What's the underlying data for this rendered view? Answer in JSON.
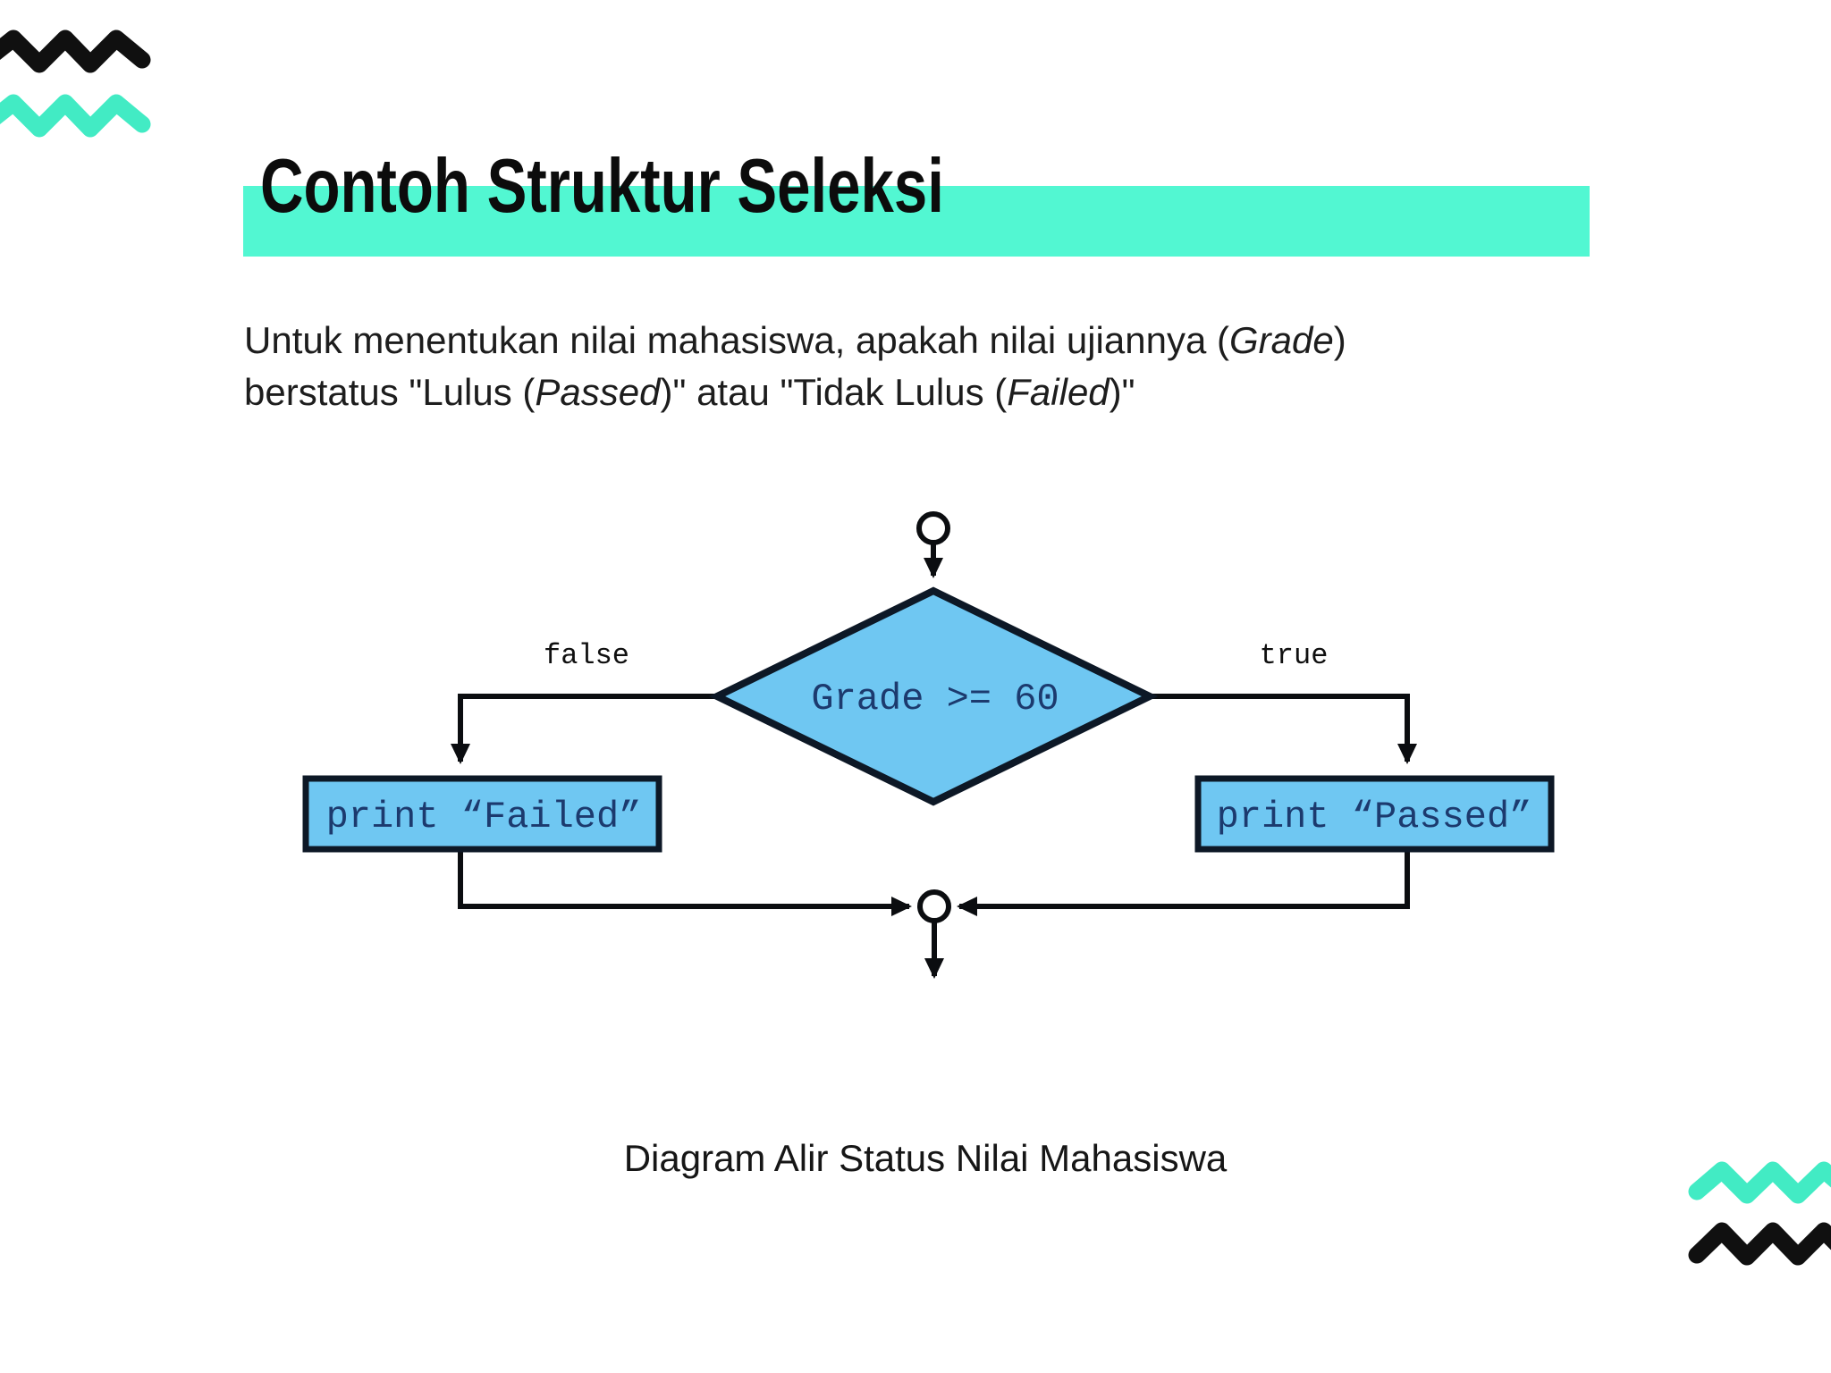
{
  "title": "Contoh Struktur Seleksi",
  "body": {
    "l1_a": "Untuk menentukan nilai mahasiswa, apakah nilai ujiannya (",
    "l1_b": "Grade",
    "l1_c": ")",
    "l2_a": "berstatus \"Lulus (",
    "l2_b": "Passed",
    "l2_c": ")\" atau \"Tidak Lulus (",
    "l2_d": "Failed",
    "l2_e": ")\""
  },
  "flowchart": {
    "decision_label": "Grade >= 60",
    "false_label": "false",
    "true_label": "true",
    "failed_label": "print “Failed”",
    "passed_label": "print “Passed”"
  },
  "caption": "Diagram Alir Status Nilai Mahasiswa",
  "colors": {
    "accent_teal_bar": "#52f7d2",
    "accent_teal_zigzag": "#42ebc4",
    "zigzag_black": "#101010",
    "shape_fill_blue": "#6fc7f2",
    "shape_border_navy": "#0d1826",
    "code_text_navy": "#1c3a6e",
    "line_black": "#0b0d10"
  }
}
